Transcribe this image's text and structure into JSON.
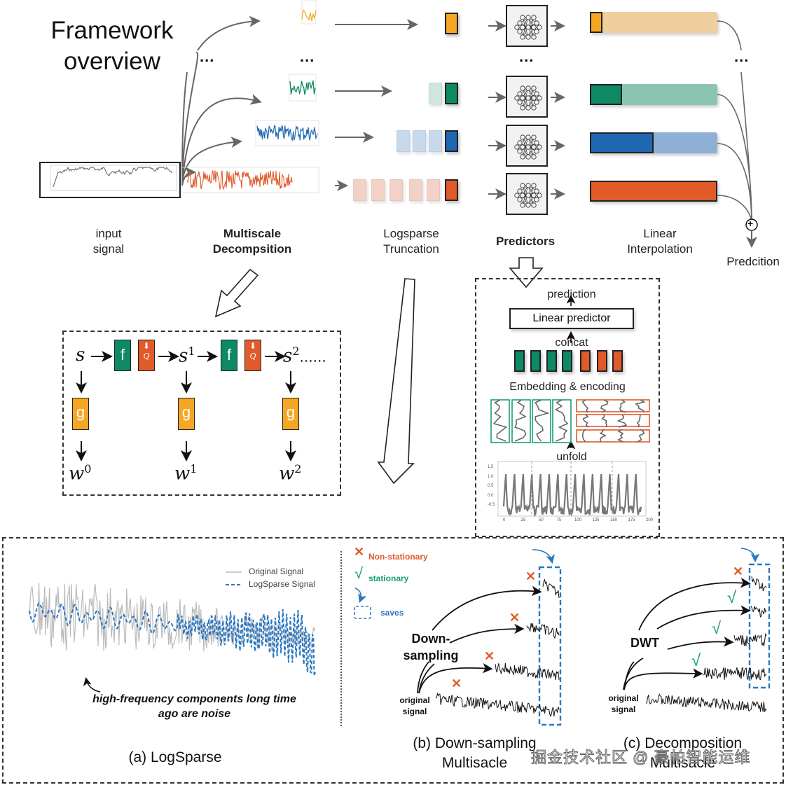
{
  "colors": {
    "orange": "#f5a623",
    "orange_light": "#efcf9e",
    "green": "#0d8a64",
    "green_light": "#8cc4b2",
    "blue": "#1f67b3",
    "blue_light": "#8fb0d6",
    "red": "#e05a2a",
    "red_light": "#f2d2c6",
    "gray_signal": "#777777",
    "cross": "#e05a2a",
    "check": "#18a06f",
    "saves": "#2b78c2"
  },
  "overview": {
    "title_line1": "Framework",
    "title_line2": "overview",
    "ellipsis": "...",
    "stages": {
      "input": [
        "input",
        "signal"
      ],
      "decomposition": [
        "Multiscale",
        "Decompsition"
      ],
      "truncation": [
        "Logsparse",
        "Truncation"
      ],
      "predictors": "Predictors",
      "interpolation": [
        "Linear",
        "Interpolation"
      ],
      "prediction": "Predcition"
    },
    "sum_symbol": "+",
    "scales": [
      {
        "color": "orange",
        "light_blocks": 0,
        "known_fraction": 0.1
      },
      {
        "color": "green",
        "light_blocks": 1,
        "known_fraction": 0.25
      },
      {
        "color": "blue",
        "light_blocks": 3,
        "known_fraction": 0.5
      },
      {
        "color": "red",
        "light_blocks": 5,
        "known_fraction": 1.0
      }
    ]
  },
  "decomp_detail": {
    "s0": "s",
    "s1_base": "s",
    "s1_sup": "1",
    "s2_base": "s",
    "s2_sup": "2",
    "trail": "......",
    "f_label": "f",
    "q_label": "Q",
    "g_label": "g",
    "w_base": "w",
    "w_sups": [
      "0",
      "1",
      "2"
    ]
  },
  "predictor_detail": {
    "prediction": "prediction",
    "linear_predictor": "Linear predictor",
    "concat": "concat",
    "embedding": "Embedding & encoding",
    "unfold": "unfold",
    "y_ticks": [
      "1.5",
      "1.0",
      "0.5",
      "0.0",
      "-0.5"
    ],
    "x_ticks": [
      "0",
      "25",
      "50",
      "75",
      "100",
      "125",
      "150",
      "175",
      "200"
    ]
  },
  "panel_a": {
    "legend_original": "Original Signal",
    "legend_logsparse": "LogSparse Signal",
    "annotation_line1": "high-frequency components long time",
    "annotation_line2": "ago are noise",
    "caption": "(a) LogSparse"
  },
  "panel_b": {
    "legend_nonstationary": "Non-stationary",
    "legend_stationary": "stationary",
    "legend_saves": "saves",
    "method_line1": "Down-",
    "method_line2": "sampling",
    "origin_line1": "original",
    "origin_line2": "signal",
    "caption_line1": "(b) Down-sampling",
    "caption_line2": "Multisacle",
    "marks": [
      "x",
      "x",
      "x",
      "x"
    ]
  },
  "panel_c": {
    "method": "DWT",
    "origin_line1": "original",
    "origin_line2": "signal",
    "caption_line1": "(c) Decomposition",
    "caption_line2": "Multisacle",
    "marks": [
      "x",
      "check",
      "check",
      "check"
    ]
  },
  "watermark": "掘金技术社区 @ 豪帕智能运维"
}
